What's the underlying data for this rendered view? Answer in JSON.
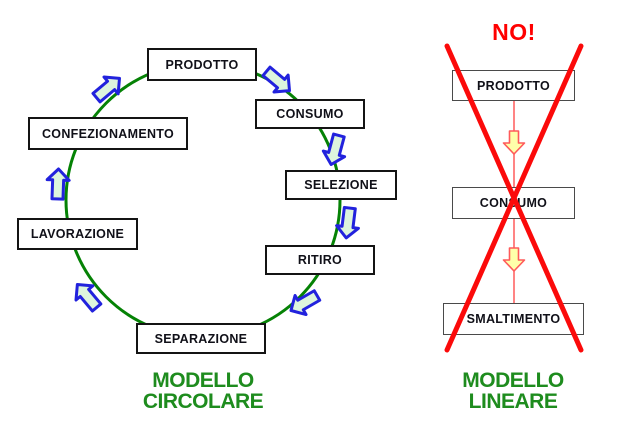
{
  "circular": {
    "title_lines": [
      "MODELLO",
      "CIRCOLARE"
    ],
    "nodes": [
      {
        "label": "PRODOTTO"
      },
      {
        "label": "CONSUMO"
      },
      {
        "label": "SELEZIONE"
      },
      {
        "label": "RITIRO"
      },
      {
        "label": "SEPARAZIONE"
      },
      {
        "label": "LAVORAZIONE"
      },
      {
        "label": "CONFEZIONAMENTO"
      }
    ]
  },
  "linear": {
    "rejection_label": "NO!",
    "title_lines": [
      "MODELLO",
      "LINEARE"
    ],
    "nodes": [
      {
        "label": "PRODOTTO"
      },
      {
        "label": "CONSUMO"
      },
      {
        "label": "SMALTIMENTO"
      }
    ]
  },
  "colors": {
    "cycle_green": "#058205",
    "title_green": "#1e8c1e",
    "flow_arrow_blue": "#2222dd",
    "flow_arrow_fill": "#ddf5dd",
    "no_red": "#ff0000",
    "cross_red": "#fb0a0a",
    "linear_arrow_fill": "#ffffaa",
    "linear_arrow_stroke": "#ff5a5a"
  }
}
